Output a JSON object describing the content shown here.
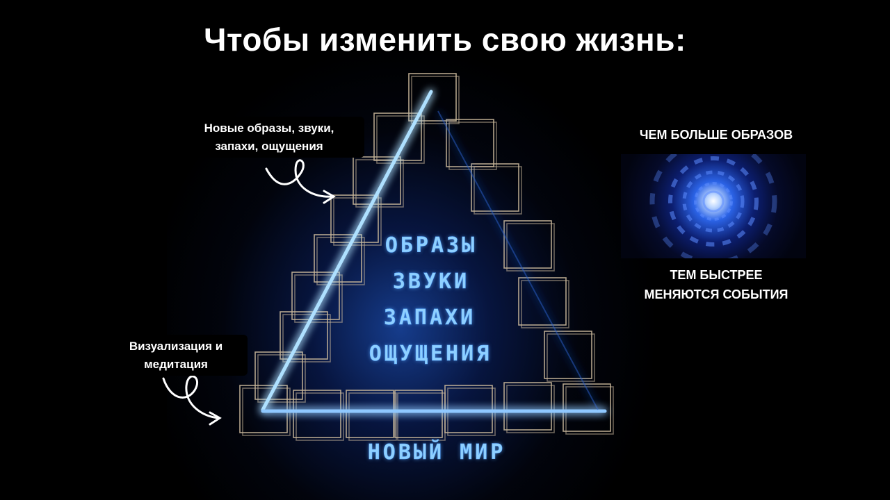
{
  "title": "Чтобы изменить свою жизнь:",
  "callouts": {
    "top": [
      "Новые образы, звуки,",
      "запахи, ощущения"
    ],
    "bottom": [
      "Визуализация и",
      "медитация"
    ]
  },
  "pyramid_words": [
    "ОБРАЗЫ",
    "ЗВУКИ",
    "ЗАПАХИ",
    "ОЩУЩЕНИЯ"
  ],
  "base_label": "НОВЫЙ МИР",
  "right_panel": {
    "top_text": "ЧЕМ БОЛЬШЕ ОБРАЗОВ",
    "bottom_text": [
      "ТЕМ БЫСТРЕЕ",
      "МЕНЯЮТСЯ СОБЫТИЯ"
    ]
  },
  "colors": {
    "background": "#000000",
    "glow": "#2b7bff",
    "pixel_text": "#8fd0ff",
    "frame": "#c9b79a"
  }
}
